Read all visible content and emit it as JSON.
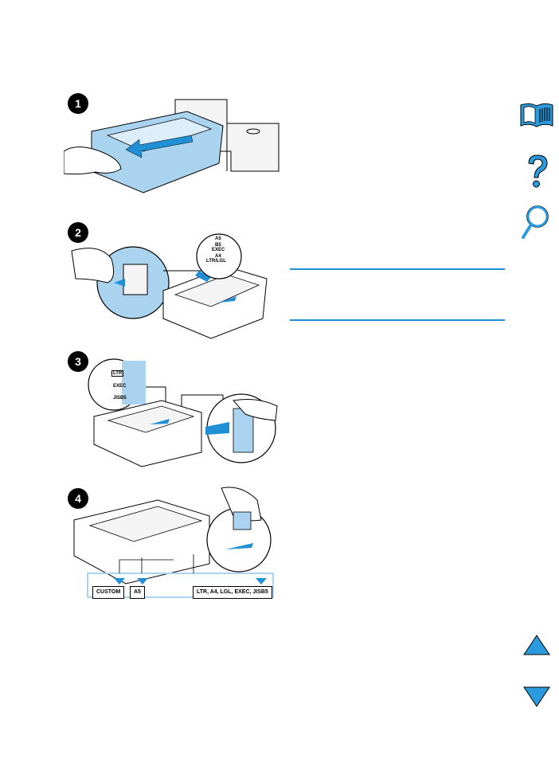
{
  "steps": {
    "step1": {
      "badge": "1"
    },
    "step2": {
      "badge": "2",
      "callout": {
        "l1": "A5",
        "l2": "B5",
        "l3": "EXEC",
        "l4": "A4",
        "l5": "LTR/LGL"
      }
    },
    "step3": {
      "badge": "3",
      "callout": {
        "l1": "LTR",
        "l2": "EXEC",
        "l3": "JISB5"
      }
    },
    "step4": {
      "badge": "4",
      "labels": {
        "custom": "CUSTOM",
        "a5": "A5",
        "ltr": "LTR, A4, LGL, EXEC, JISB5"
      }
    }
  },
  "colors": {
    "accent": "#1f8fd6",
    "illustration_blue": "#a9d3ee",
    "nav_blue": "#2b9be0"
  },
  "nav": {
    "contents_icon": "book-icon",
    "help_icon": "question-icon",
    "index_icon": "magnifier-icon",
    "prev_icon": "arrow-up-icon",
    "next_icon": "arrow-down-icon"
  }
}
